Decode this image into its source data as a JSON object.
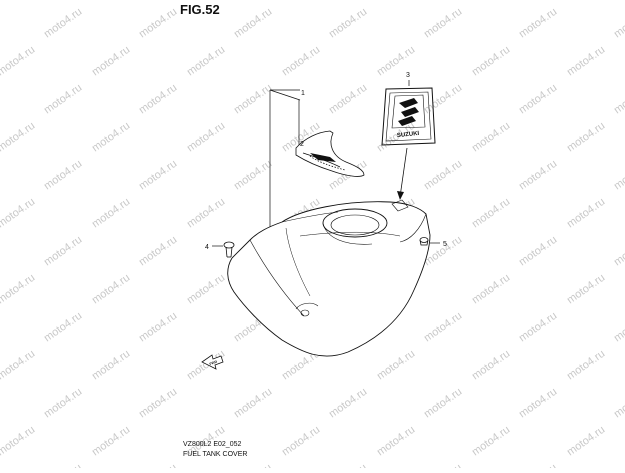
{
  "figure": {
    "title": "FIG.52",
    "code": "VZ800L2 E02_052",
    "caption": "FUEL TANK COVER"
  },
  "watermark": {
    "text": "moto4.ru"
  },
  "callouts": [
    {
      "id": "1",
      "label": "1"
    },
    {
      "id": "2",
      "label": "2"
    },
    {
      "id": "3",
      "label": "3"
    },
    {
      "id": "4",
      "label": "4"
    },
    {
      "id": "5",
      "label": "5"
    }
  ],
  "emblem": {
    "text": "SUZUKI"
  },
  "direction": {
    "label": "FWD"
  },
  "colors": {
    "line": "#111111",
    "watermark": "#c9c9c9"
  }
}
